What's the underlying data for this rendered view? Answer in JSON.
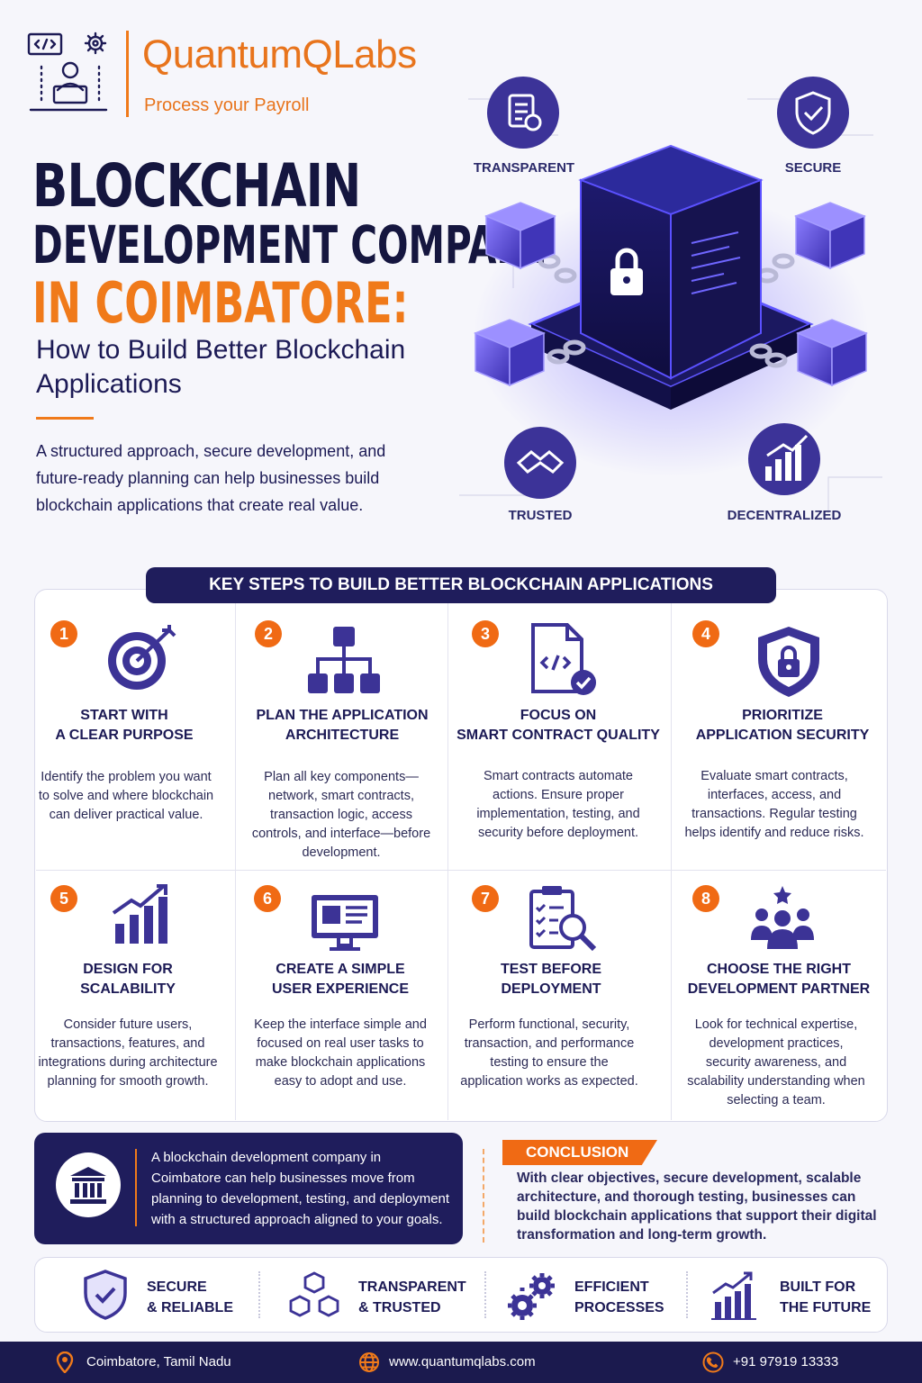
{
  "brand": {
    "name": "QuantumQLabs",
    "tagline": "Process your Payroll"
  },
  "hero": {
    "title_line1": "BLOCKCHAIN",
    "title_line2": "DEVELOPMENT COMPANY",
    "title_line3": "IN COIMBATORE:",
    "subtitle": "How to Build Better Blockchain Applications",
    "intro": "A structured approach, secure development, and future-ready planning can help businesses build blockchain applications that create real value.",
    "features": [
      "TRANSPARENT",
      "SECURE",
      "TRUSTED",
      "DECENTRALIZED"
    ]
  },
  "steps": {
    "banner": "KEY STEPS TO BUILD BETTER BLOCKCHAIN APPLICATIONS",
    "items": [
      {
        "num": "1",
        "title": "START WITH\nA CLEAR PURPOSE",
        "desc": "Identify the problem you want to solve and where blockchain can deliver practical value.",
        "icon": "target-icon"
      },
      {
        "num": "2",
        "title": "PLAN THE APPLICATION\nARCHITECTURE",
        "desc": "Plan all key components—network, smart contracts, transaction logic, access controls, and interface—before development.",
        "icon": "hierarchy-icon"
      },
      {
        "num": "3",
        "title": "FOCUS ON\nSMART CONTRACT QUALITY",
        "desc": "Smart contracts automate actions. Ensure proper implementation, testing, and security before deployment.",
        "icon": "code-document-icon"
      },
      {
        "num": "4",
        "title": "PRIORITIZE\nAPPLICATION SECURITY",
        "desc": "Evaluate smart contracts, interfaces, access, and transactions. Regular testing helps identify and reduce risks.",
        "icon": "shield-lock-icon"
      },
      {
        "num": "5",
        "title": "DESIGN FOR\nSCALABILITY",
        "desc": "Consider future users, transactions, features, and integrations during architecture planning for smooth growth.",
        "icon": "growth-chart-icon"
      },
      {
        "num": "6",
        "title": "CREATE A SIMPLE\nUSER EXPERIENCE",
        "desc": "Keep the interface simple and focused on real user tasks to make blockchain applications easy to adopt and use.",
        "icon": "monitor-icon"
      },
      {
        "num": "7",
        "title": "TEST BEFORE\nDEPLOYMENT",
        "desc": "Perform functional, security, transaction, and performance testing to ensure the application works as expected.",
        "icon": "checklist-search-icon"
      },
      {
        "num": "8",
        "title": "CHOOSE THE RIGHT\nDEVELOPMENT PARTNER",
        "desc": "Look for technical expertise, development practices, security awareness, and scalability understanding when selecting a team.",
        "icon": "team-star-icon"
      }
    ]
  },
  "cta": {
    "text": "A blockchain development company in Coimbatore can help businesses move from planning to development, testing, and deployment with a structured approach aligned to your goals."
  },
  "conclusion": {
    "tag": "CONCLUSION",
    "text": "With clear objectives, secure development, scalable architecture, and thorough testing, businesses can build blockchain applications that support their digital transformation and long-term growth."
  },
  "strip": [
    {
      "line1": "SECURE",
      "line2": "& RELIABLE",
      "icon": "shield-check-icon"
    },
    {
      "line1": "TRANSPARENT",
      "line2": "& TRUSTED",
      "icon": "blocks-icon"
    },
    {
      "line1": "EFFICIENT",
      "line2": "PROCESSES",
      "icon": "gears-icon"
    },
    {
      "line1": "BUILT FOR",
      "line2": "THE FUTURE",
      "icon": "growth-icon"
    }
  ],
  "footer": {
    "location": "Coimbatore, Tamil Nadu",
    "website": "www.quantumqlabs.com",
    "phone": "+91 97919 13333"
  },
  "colors": {
    "navy": "#1f1d5c",
    "orange": "#f07a1a",
    "purple": "#4b3fb8"
  }
}
